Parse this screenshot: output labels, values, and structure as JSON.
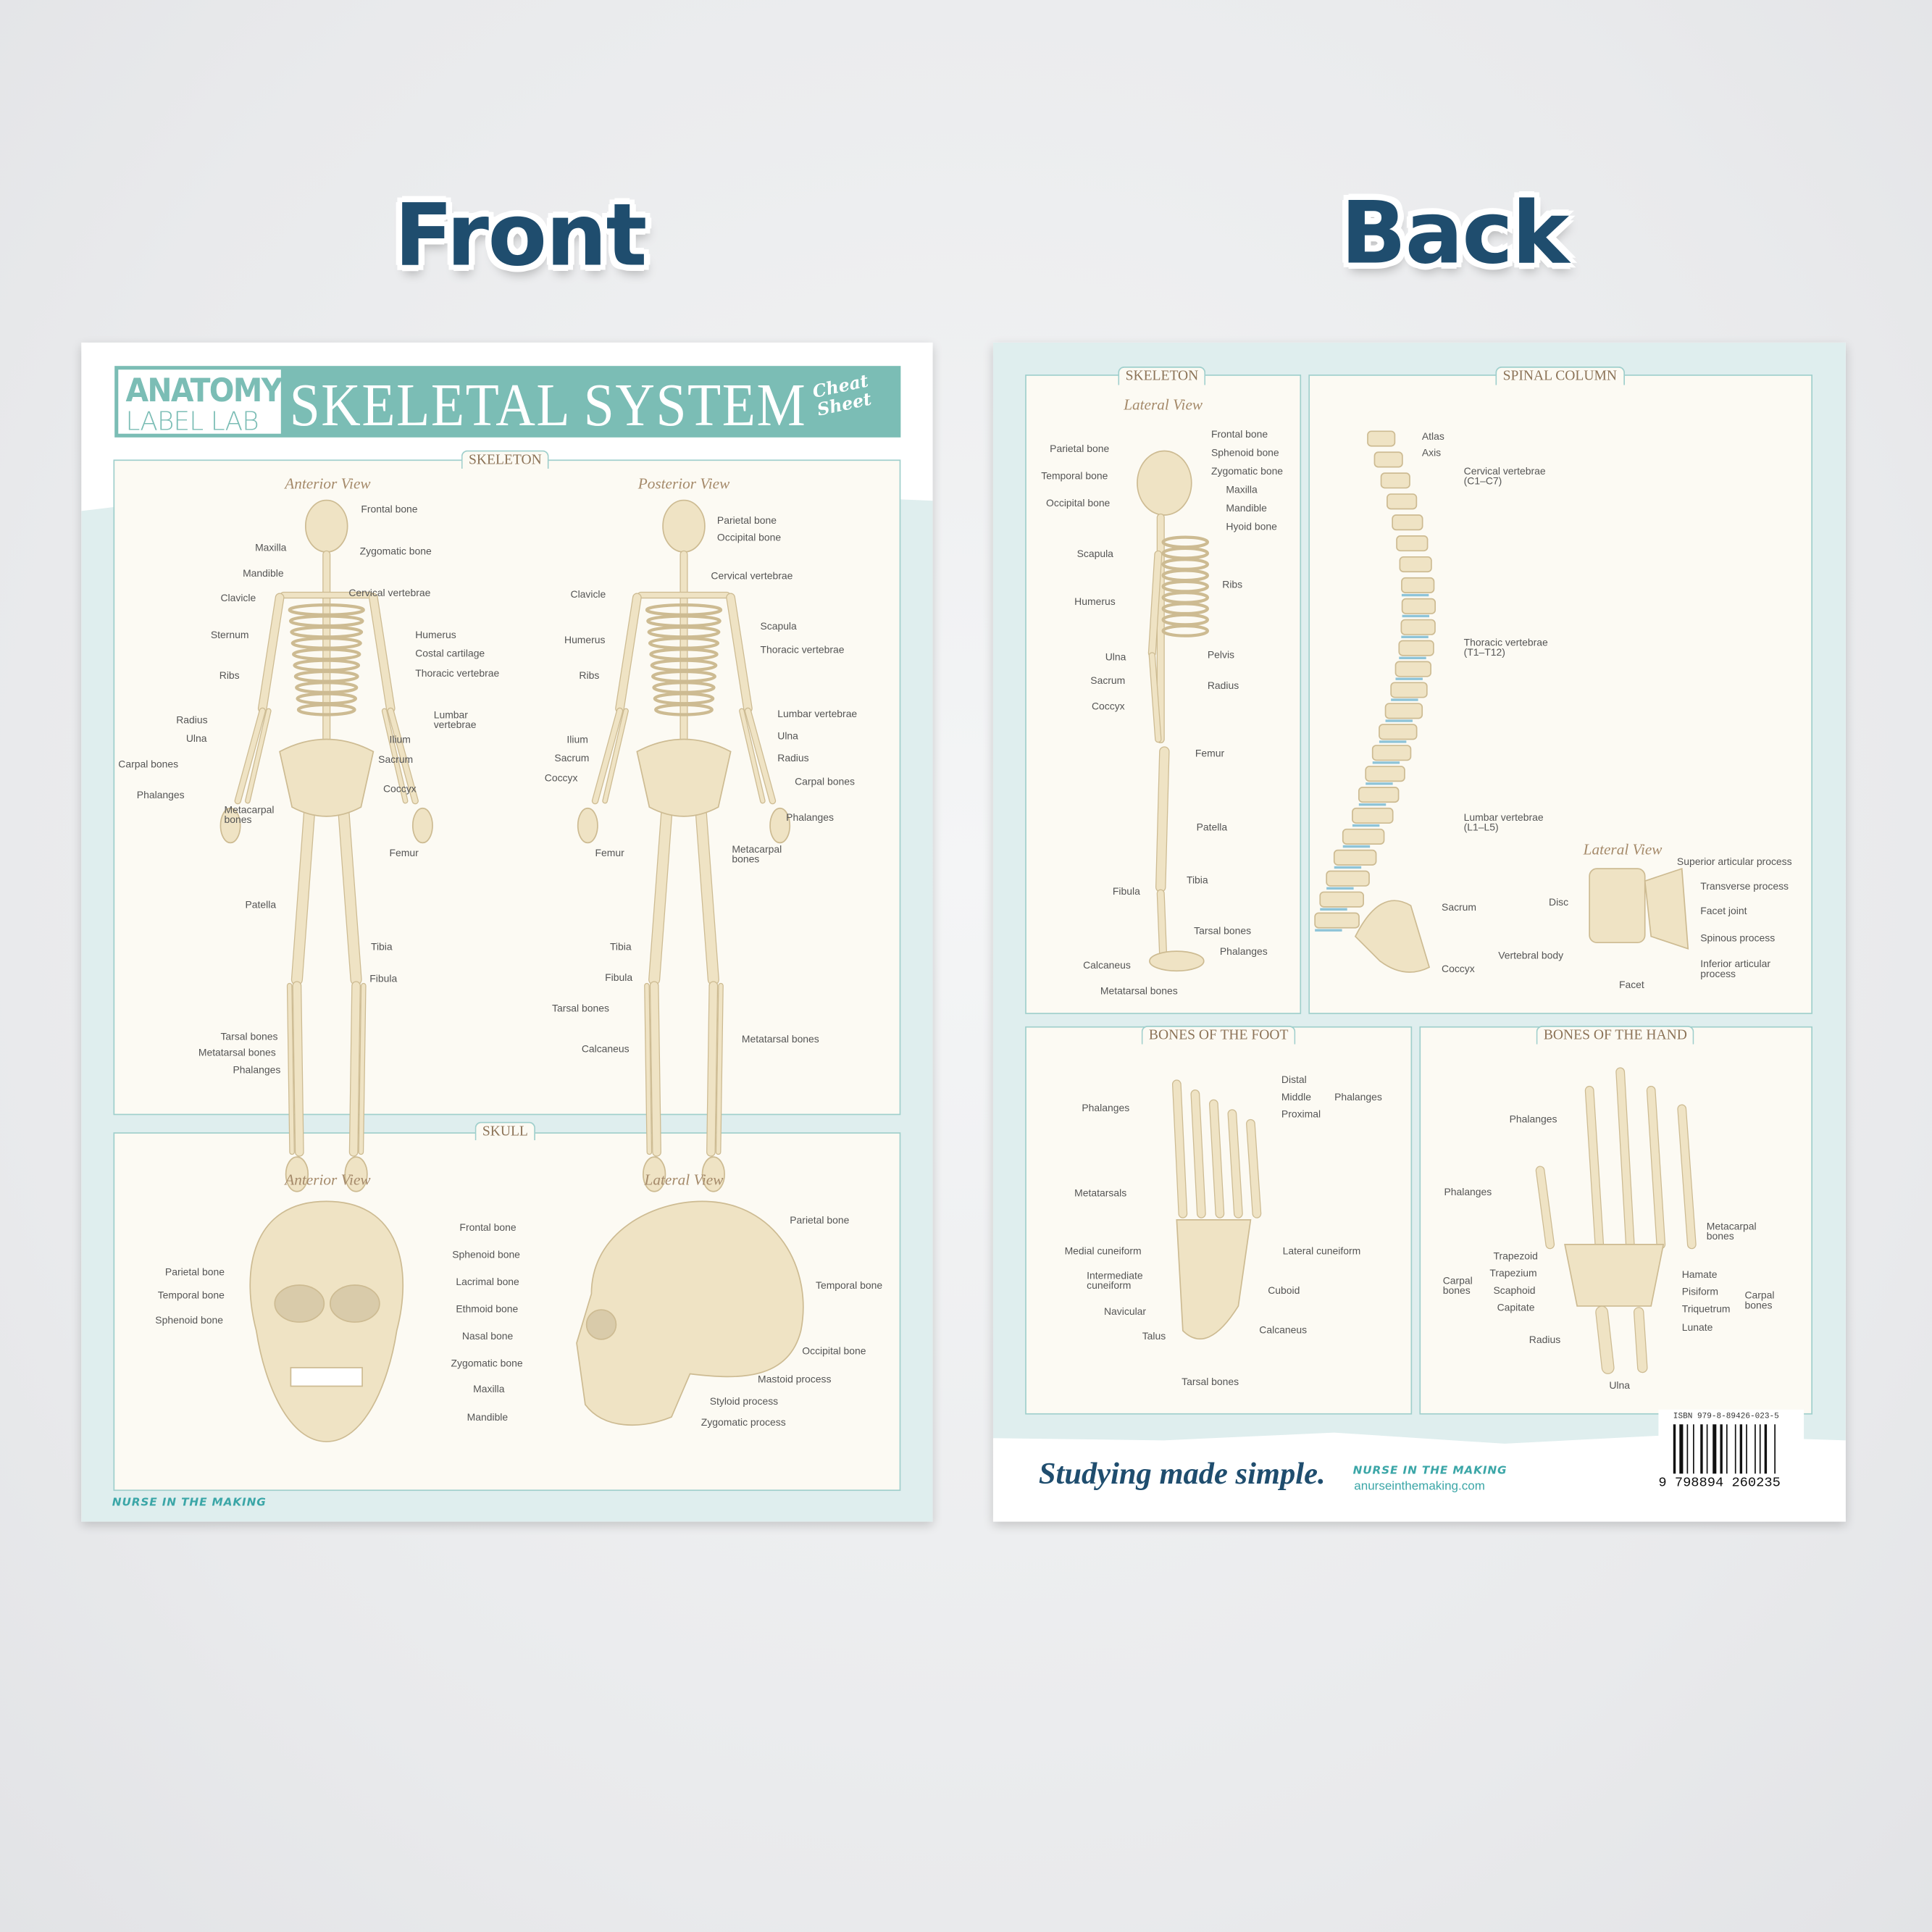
{
  "titles": {
    "front": "Front",
    "back": "Back"
  },
  "colors": {
    "accent": "#7bbdb5",
    "navy": "#1f4d6e",
    "teal_text": "#3ba6a7",
    "bone": "#efe3c4",
    "panel_bg": "#fcfaf3"
  },
  "front": {
    "header": {
      "brand_top": "ANATOMY",
      "brand_bottom": "LABEL LAB",
      "title": "SKELETAL SYSTEM",
      "badge_line1": "Cheat",
      "badge_line2": "Sheet"
    },
    "skeleton": {
      "tab": "SKELETON",
      "anterior_view": "Anterior View",
      "posterior_view": "Posterior View",
      "anterior_labels": [
        "Frontal bone",
        "Maxilla",
        "Zygomatic bone",
        "Mandible",
        "Cervical vertebrae",
        "Clavicle",
        "Sternum",
        "Humerus",
        "Costal cartilage",
        "Thoracic vertebrae",
        "Ribs",
        "Lumbar\nvertebrae",
        "Radius",
        "Ulna",
        "Ilium",
        "Sacrum",
        "Carpal bones",
        "Coccyx",
        "Phalanges",
        "Metacarpal\nbones",
        "Femur",
        "Patella",
        "Tibia",
        "Fibula",
        "Tarsal bones",
        "Metatarsal bones",
        "Phalanges"
      ],
      "posterior_labels": [
        "Parietal bone",
        "Occipital bone",
        "Cervical vertebrae",
        "Clavicle",
        "Scapula",
        "Humerus",
        "Thoracic vertebrae",
        "Ribs",
        "Lumbar vertebrae",
        "Ulna",
        "Ilium",
        "Sacrum",
        "Radius",
        "Coccyx",
        "Carpal bones",
        "Phalanges",
        "Metacarpal\nbones",
        "Femur",
        "Tibia",
        "Fibula",
        "Tarsal bones",
        "Metatarsal bones",
        "Calcaneus"
      ]
    },
    "skull": {
      "tab": "SKULL",
      "anterior_view": "Anterior View",
      "lateral_view": "Lateral View",
      "center_labels": [
        "Frontal bone",
        "Sphenoid bone",
        "Lacrimal bone",
        "Ethmoid bone",
        "Nasal bone",
        "Zygomatic bone",
        "Maxilla",
        "Mandible"
      ],
      "left_labels": [
        "Parietal bone",
        "Temporal bone",
        "Sphenoid bone"
      ],
      "right_labels": [
        "Parietal bone",
        "Temporal bone",
        "Occipital bone",
        "Mastoid process",
        "Styloid process",
        "Zygomatic process"
      ]
    },
    "footer_brand": "NURSE IN THE MAKING"
  },
  "back": {
    "skeleton": {
      "tab": "SKELETON",
      "view": "Lateral View",
      "labels": [
        "Frontal bone",
        "Parietal bone",
        "Sphenoid bone",
        "Zygomatic bone",
        "Temporal bone",
        "Maxilla",
        "Occipital bone",
        "Mandible",
        "Hyoid bone",
        "Scapula",
        "Ribs",
        "Humerus",
        "Pelvis",
        "Ulna",
        "Sacrum",
        "Radius",
        "Coccyx",
        "Femur",
        "Patella",
        "Tibia",
        "Fibula",
        "Tarsal bones",
        "Phalanges",
        "Calcaneus",
        "Metatarsal bones"
      ]
    },
    "spine": {
      "tab": "SPINAL COLUMN",
      "lateral_view": "Lateral View",
      "labels": [
        "Atlas",
        "Axis",
        "Cervical vertebrae\n(C1–C7)",
        "Thoracic vertebrae\n(T1–T12)",
        "Lumbar vertebrae\n(L1–L5)",
        "Superior articular process",
        "Transverse process",
        "Disc",
        "Sacrum",
        "Facet joint",
        "Spinous process",
        "Vertebral body",
        "Inferior articular\nprocess",
        "Coccyx",
        "Facet"
      ]
    },
    "foot": {
      "tab": "BONES OF THE FOOT",
      "labels": [
        "Distal",
        "Middle",
        "Phalanges",
        "Proximal",
        "Phalanges",
        "Metatarsals",
        "Medial cuneiform",
        "Lateral cuneiform",
        "Intermediate\ncuneiform",
        "Cuboid",
        "Navicular",
        "Calcaneus",
        "Talus",
        "Tarsal bones"
      ]
    },
    "hand": {
      "tab": "BONES OF THE HAND",
      "labels": [
        "Phalanges",
        "Phalanges",
        "Metacarpal\nbones",
        "Trapezoid",
        "Trapezium",
        "Carpal\nbones",
        "Hamate",
        "Scaphoid",
        "Pisiform",
        "Carpal\nbones",
        "Capitate",
        "Triquetrum",
        "Lunate",
        "Radius",
        "Ulna"
      ]
    },
    "footer": {
      "slogan": "Studying made simple.",
      "brand": "NURSE IN THE MAKING",
      "url": "anurseinthemaking.com",
      "isbn": "ISBN 979-8-89426-023-5",
      "barcode_number": "9 798894 260235"
    }
  }
}
